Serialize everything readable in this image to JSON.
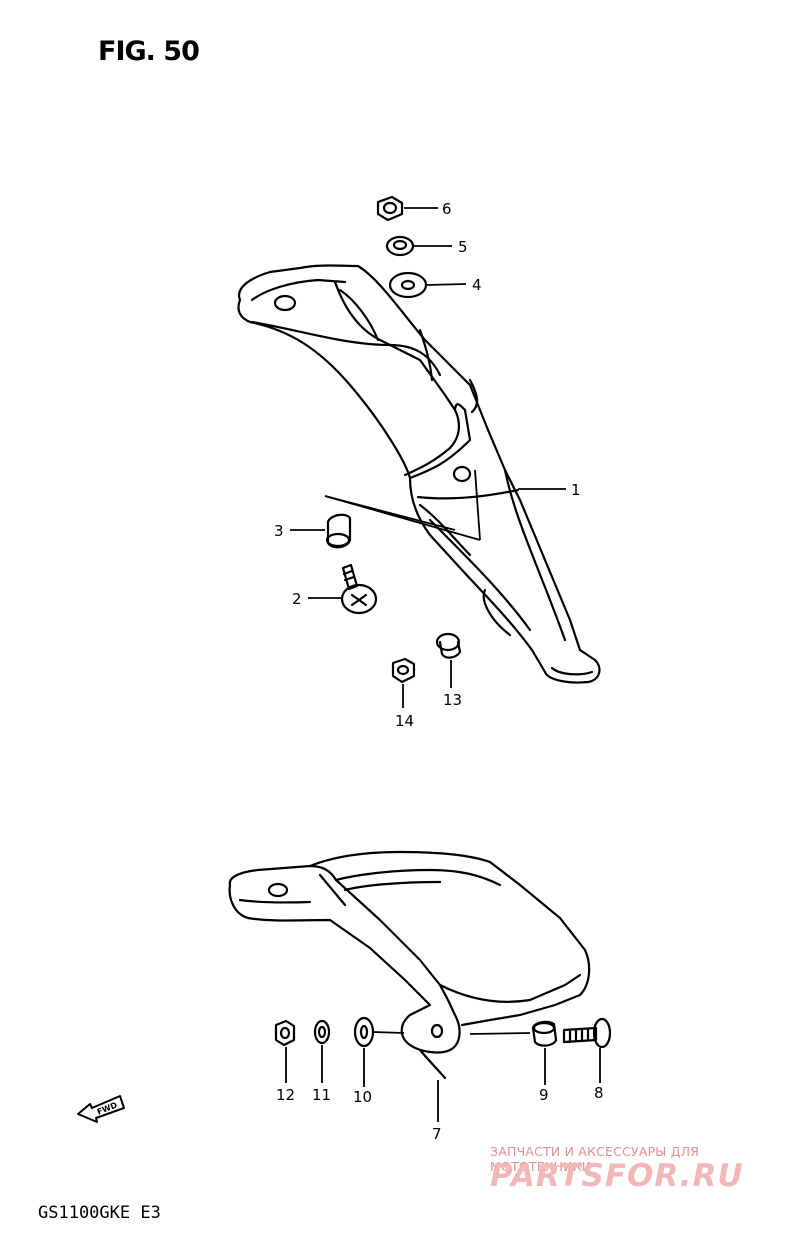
{
  "figure": {
    "title": "FIG. 50",
    "model": "GS1100GKE  E3"
  },
  "labels": {
    "p1": "1",
    "p2": "2",
    "p3": "3",
    "p4": "4",
    "p5": "5",
    "p6": "6",
    "p7": "7",
    "p8": "8",
    "p9": "9",
    "p10": "10",
    "p11": "11",
    "p12": "12",
    "p13": "13",
    "p14": "14"
  },
  "fwd_marker": "FWD",
  "watermark": {
    "tagline": "ЗАПЧАСТИ И АКСЕССУАРЫ ДЛЯ МОТОТЕХНИКИ",
    "logo": "PARTSFOR.RU"
  },
  "colors": {
    "line": "#000000",
    "watermark": "#f2b8b8"
  }
}
